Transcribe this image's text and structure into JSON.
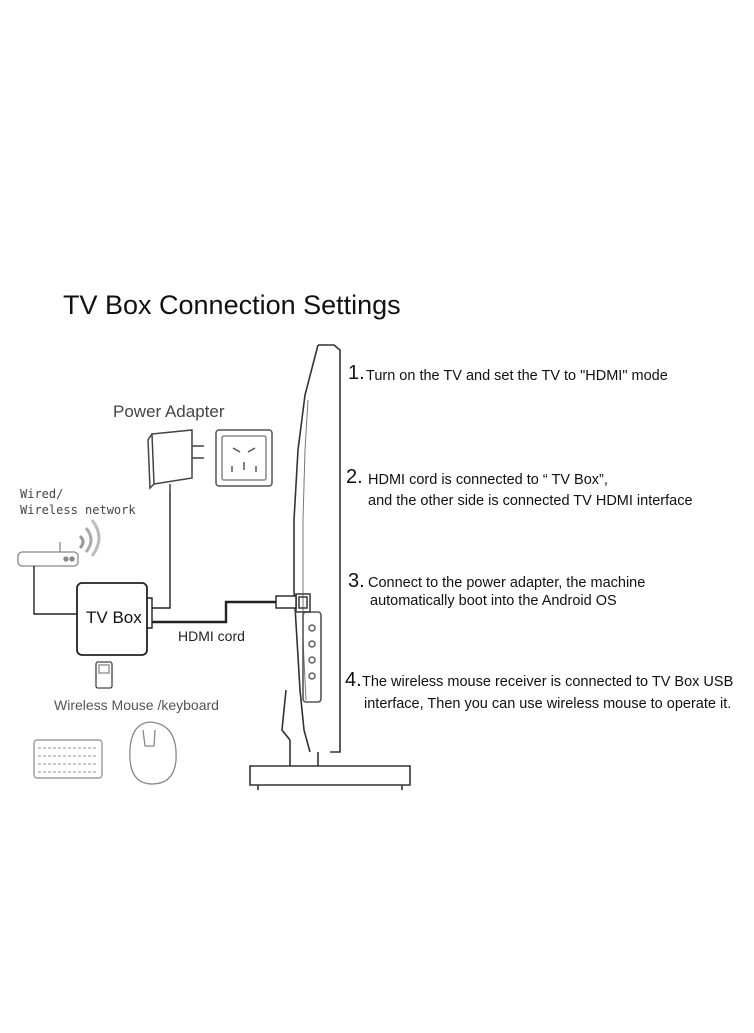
{
  "title": "TV Box Connection Settings",
  "labels": {
    "power_adapter": "Power Adapter",
    "network_line1": "Wired/",
    "network_line2": "Wireless network",
    "tv_box": "TV Box",
    "hdmi_cord": "HDMI cord",
    "mouse_keyboard": "Wireless Mouse /keyboard"
  },
  "steps": [
    {
      "num": "1.",
      "lines": [
        "Turn on the TV and set the TV to \"HDMI\" mode"
      ]
    },
    {
      "num": "2.",
      "lines": [
        "HDMI cord is connected to “ TV Box”,",
        "and the other side is connected TV HDMI interface"
      ]
    },
    {
      "num": "3.",
      "lines": [
        "Connect to the power adapter, the machine",
        "automatically boot into the Android OS"
      ]
    },
    {
      "num": "4.",
      "lines": [
        "The wireless mouse receiver is connected to TV  Box USB",
        "interface, Then you can use wireless mouse to operate it."
      ]
    }
  ]
}
